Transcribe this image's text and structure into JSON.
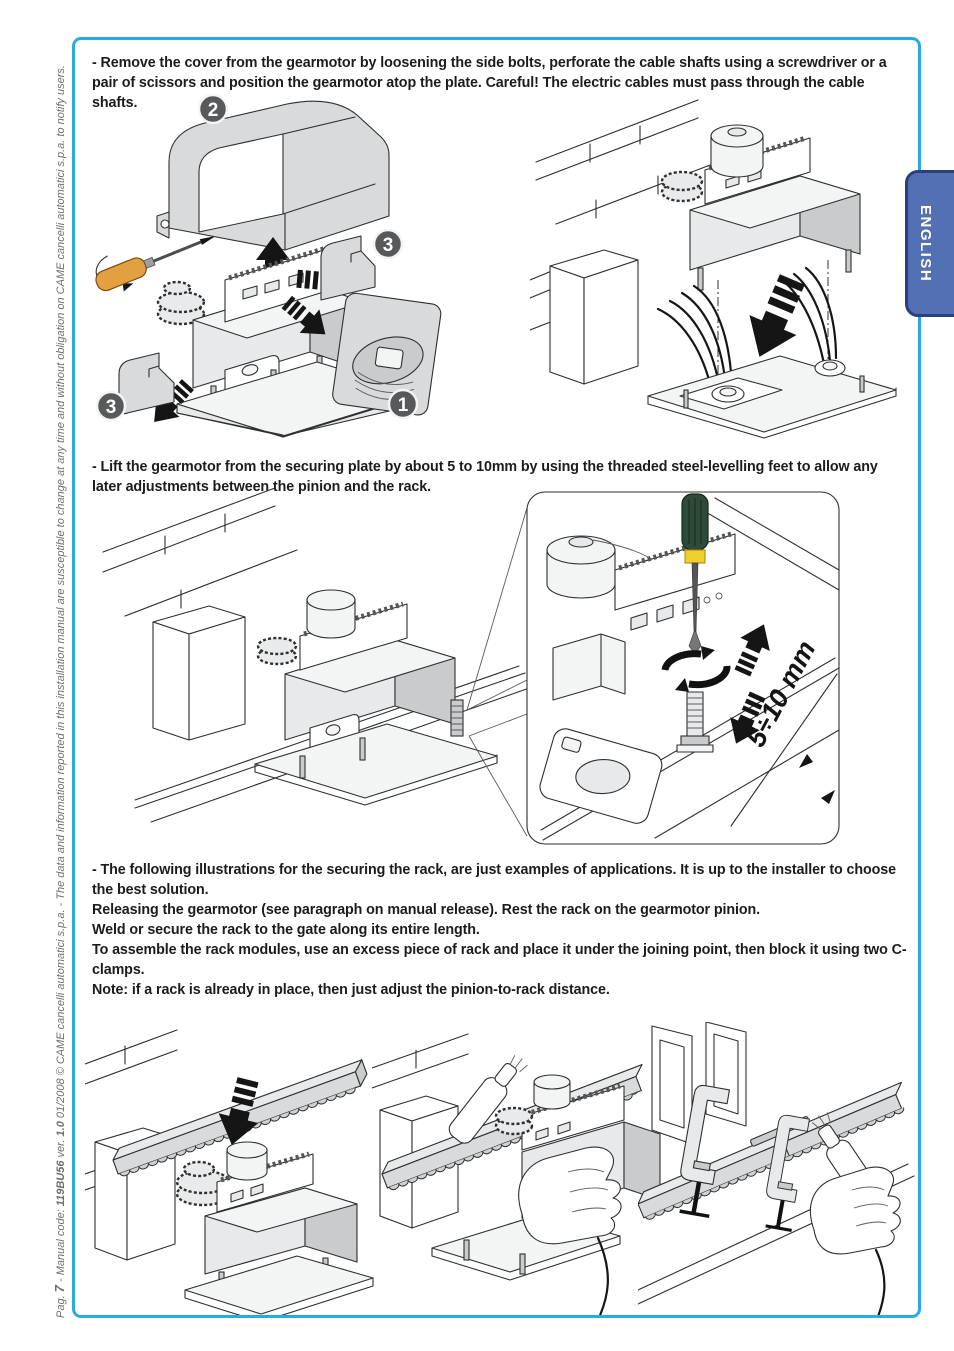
{
  "document": {
    "language_tab": "ENGLISH",
    "margin_note": {
      "pag_label": "Pag. ",
      "page_number": "7",
      "code_label": " - Manual code: ",
      "manual_code": "119BU56",
      "version_label": " ver. ",
      "version": "1.0",
      "date": " 01/2008 ",
      "copyright": "© CAME cancelli automatici s.p.a. - The data and information reported in this installation manual are susceptible to change at any time and without obligation on CAME cancelli automatici s.p.a. to notify users."
    }
  },
  "instructions": {
    "remove_cover": "- Remove the cover from the gearmotor by loosening the side bolts, perforate the cable shafts using a screwdriver or a  pair of scissors and position the gearmotor atop the plate. Careful! The electric cables must pass through the cable shafts.",
    "lift_gearmotor": "- Lift the gearmotor from the securing plate by about 5 to 10mm by using the threaded steel-levelling feet to allow any later adjustments between the pinion and the rack.",
    "rack_notes": [
      "- The following illustrations for the securing the rack, are just examples of applications. It is up to the installer to choose the best solution.",
      "Releasing the gearmotor (see paragraph on manual release). Rest the rack on the gearmotor pinion.",
      "Weld or secure the rack to the gate along its entire length.",
      "To assemble the rack modules, use an excess piece of rack and place it under the joining point, then block it using two C-clamps.",
      "Note: if a rack is already in place, then just adjust the pinion-to-rack distance."
    ]
  },
  "figures": {
    "exploded_view": {
      "badge_front_cover": "1",
      "badge_top_cover": "2",
      "badge_side_cap_right": "3",
      "badge_side_cap_left": "3"
    },
    "levelling_detail": {
      "dimension_label": "5÷10 mm"
    }
  },
  "colors": {
    "page_border": "#29abe2",
    "tab_background": "#5470b4",
    "tab_border": "#2b3e7e",
    "badge_fill": "#58595b",
    "body_text": "#1c1c1c",
    "margin_text": "#6d6e71"
  }
}
